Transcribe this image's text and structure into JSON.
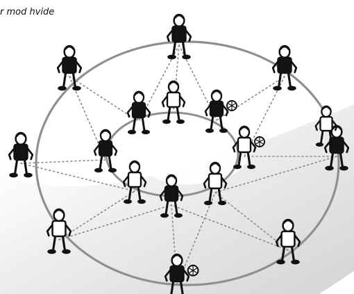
{
  "caption": "r mod hvide",
  "colors": {
    "ring": "#8f8f8f",
    "ground": "#cfcfcf",
    "ink": "#111111",
    "jersey_dark": "#141414",
    "jersey_light": "#ffffff"
  },
  "illustration": {
    "type": "cartoon",
    "outer_players": [
      {
        "id": "o1",
        "jersey": "dark",
        "ball": false
      },
      {
        "id": "o2",
        "jersey": "dark",
        "ball": false
      },
      {
        "id": "o3",
        "jersey": "dark",
        "ball": false
      },
      {
        "id": "o4",
        "jersey": "dark",
        "ball": false
      },
      {
        "id": "o5",
        "jersey": "dark",
        "ball": false
      },
      {
        "id": "o6",
        "jersey": "light",
        "ball": false
      },
      {
        "id": "o7",
        "jersey": "light",
        "ball": false
      },
      {
        "id": "o8",
        "jersey": "dark",
        "ball": true
      },
      {
        "id": "o9",
        "jersey": "light",
        "ball": false
      }
    ],
    "inner_players": [
      {
        "id": "i1",
        "jersey": "dark",
        "ball": false
      },
      {
        "id": "i2",
        "jersey": "light",
        "ball": false
      },
      {
        "id": "i3",
        "jersey": "dark",
        "ball": true
      },
      {
        "id": "i4",
        "jersey": "light",
        "ball": true
      },
      {
        "id": "i5",
        "jersey": "dark",
        "ball": false
      },
      {
        "id": "i6",
        "jersey": "light",
        "ball": false
      },
      {
        "id": "i7",
        "jersey": "dark",
        "ball": false
      },
      {
        "id": "i8",
        "jersey": "light",
        "ball": false
      }
    ]
  }
}
